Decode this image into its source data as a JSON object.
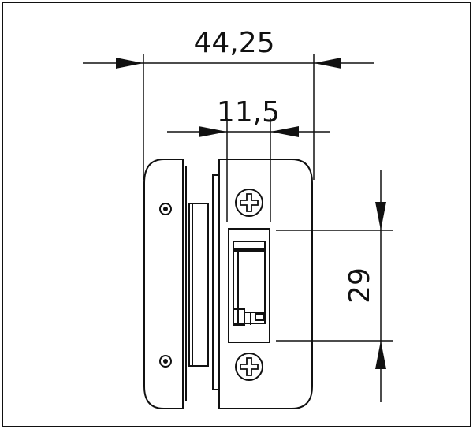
{
  "dimensions": {
    "overall_width": "44,25",
    "offset_width": "11,5",
    "slot_height": "29"
  },
  "colors": {
    "line": "#111111",
    "background": "#ffffff"
  },
  "icons": [
    "screw-head-icon",
    "mounting-hole-icon"
  ]
}
